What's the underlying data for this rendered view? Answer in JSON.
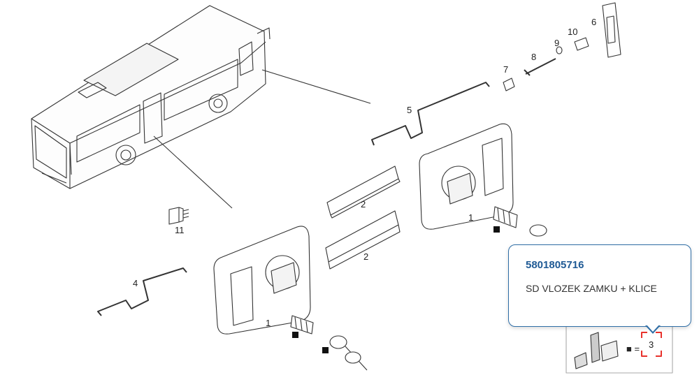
{
  "callouts": {
    "c1a": "1",
    "c1b": "1",
    "c2a": "2",
    "c2b": "2",
    "c3": "3",
    "c4": "4",
    "c5": "5",
    "c6": "6",
    "c7": "7",
    "c8": "8",
    "c9": "9",
    "c10": "10",
    "c11": "11"
  },
  "inset_symbol": "■ =",
  "tooltip": {
    "part_number": "5801805716",
    "description": "SD VLOZEK ZAMKU + KLICE"
  },
  "colors": {
    "accent": "#1f5a95",
    "highlight": "#e8322c"
  }
}
